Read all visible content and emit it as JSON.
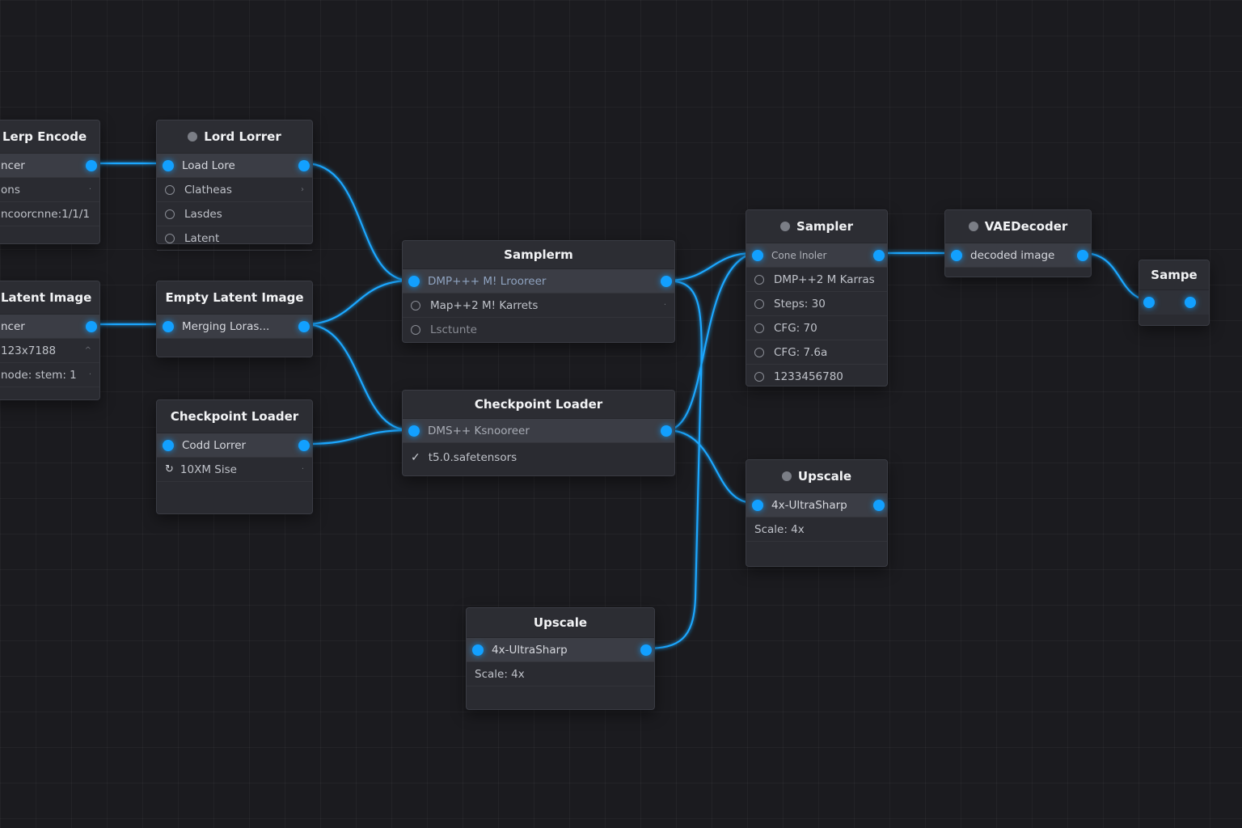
{
  "colors": {
    "background": "#1b1b1f",
    "node": "#2a2b31",
    "port": "#12a0ff",
    "wire": "#1aa7ff"
  },
  "nodes": {
    "lerp_encode": {
      "title": "Lerp Encode",
      "rows": [
        "ncer",
        "ons",
        "ncoorcnne:1/1/1"
      ]
    },
    "latent_image": {
      "title": "Latent Image",
      "rows": [
        "ncer",
        "123x7188",
        "node: stem: 1"
      ]
    },
    "load_lorer": {
      "title": "Lord Lorrer",
      "rows": [
        "Load Lore",
        "Clatheas",
        "Lasdes",
        "Latent"
      ]
    },
    "empty_latent": {
      "title": "Empty Latent Image",
      "rows": [
        "Merging Loras..."
      ]
    },
    "checkpoint_left": {
      "title": "Checkpoint Loader",
      "rows": [
        "Codd Lorrer",
        "10XM Sise"
      ]
    },
    "samplerm": {
      "title": "Samplerm",
      "rows": [
        "DMP+++ M! Lrooreer",
        "Map++2 M! Karrets",
        "Lsctunte"
      ]
    },
    "checkpoint_mid": {
      "title": "Checkpoint Loader",
      "rows": [
        "DMS++ Ksnooreer",
        "t5.0.safetensors"
      ]
    },
    "upscale_bottom": {
      "title": "Upscale",
      "rows": [
        "4x-UltraSharp",
        "Scale: 4x"
      ]
    },
    "sampler": {
      "title": "Sampler",
      "rows": [
        "Cone lnoler",
        "DMP++2 M Karras",
        "Steps: 30",
        "CFG: 70",
        "CFG: 7.6a",
        "1233456780"
      ]
    },
    "upscale_right": {
      "title": "Upscale",
      "rows": [
        "4x-UltraSharp",
        "Scale: 4x"
      ]
    },
    "vae_decoder": {
      "title": "VAEDecoder",
      "rows": [
        "decoded image"
      ]
    },
    "sampe": {
      "title": "Sampe"
    }
  }
}
